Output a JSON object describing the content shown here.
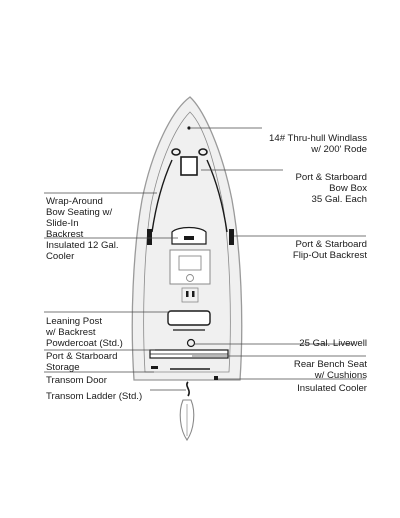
{
  "colors": {
    "hull_fill": "#f0f0f0",
    "hull_stroke": "#9a9a9a",
    "detail_stroke": "#8a8a8a",
    "dark": "#1a1a1a",
    "leader_line": "#4a4a4a",
    "label_text": "#1a1a1a"
  },
  "labels": {
    "windlass": "14# Thru-hull Windlass\nw/ 200' Rode",
    "bow_box": "Port & Starboard\nBow Box\n35 Gal. Each",
    "bow_seating": "Wrap-Around\nBow Seating w/\nSlide-In\nBackrest",
    "cooler_12": "Insulated 12 Gal.\nCooler",
    "flip_backrest": "Port & Starboard\nFlip-Out Backrest",
    "leaning_post": "Leaning Post\nw/ Backrest\nPowdercoat (Std.)",
    "livewell": "25 Gal. Livewell",
    "storage": "Port & Starboard\nStorage",
    "rear_bench": "Rear Bench Seat\nw/ Cushions",
    "transom_door": "Transom Door",
    "insulated_cooler": "Insulated Cooler",
    "transom_ladder": "Transom Ladder (Std.)"
  }
}
